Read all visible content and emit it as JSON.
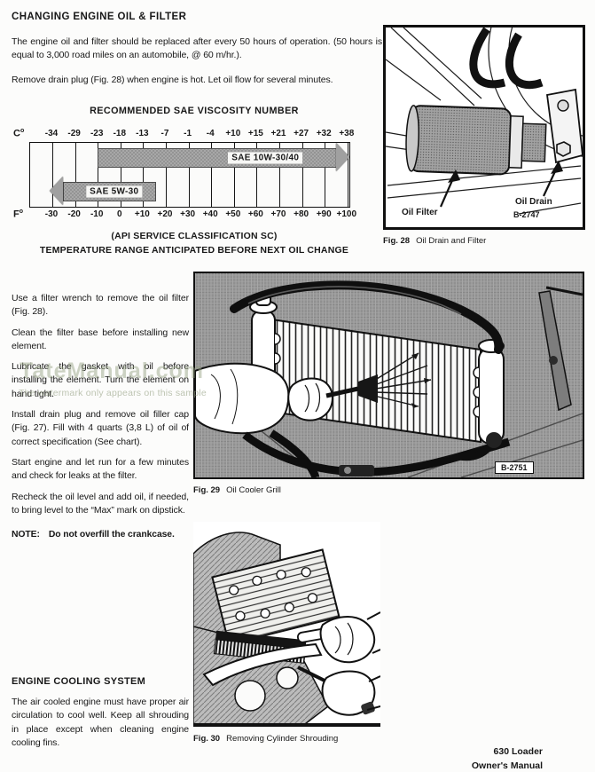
{
  "header": {
    "title": "CHANGING ENGINE OIL & FILTER"
  },
  "intro_paragraphs": [
    "The engine oil and filter should be replaced after every 50 hours of operation. (50 hours is equal to 3,000 road miles on an automobile, @ 60 m/hr.).",
    "Remove drain plug (Fig. 28) when engine is hot. Let oil flow for several minutes."
  ],
  "chart_data": {
    "type": "bar",
    "title": "RECOMMENDED SAE VISCOSITY NUMBER",
    "axes": {
      "top": {
        "label": "C",
        "unit": "o",
        "ticks": [
          "-34",
          "-29",
          "-23",
          "-18",
          "-13",
          "-7",
          "-1",
          "-4",
          "+10",
          "+15",
          "+21",
          "+27",
          "+32",
          "+38"
        ]
      },
      "bottom": {
        "label": "F",
        "unit": "o",
        "ticks": [
          "-30",
          "-20",
          "-10",
          "0",
          "+10",
          "+20",
          "+30",
          "+40",
          "+50",
          "+60",
          "+70",
          "+80",
          "+90",
          "+100"
        ]
      }
    },
    "series": [
      {
        "name": "SAE 10W-30/40",
        "from_tick": 2,
        "to_tick": 13,
        "arrow": "right",
        "row": 0,
        "label_pos": 0.7,
        "range_f": "-10 and warmer",
        "range_c": "-23 and warmer"
      },
      {
        "name": "SAE 5W-30",
        "from_tick": 0,
        "to_tick": 4.5,
        "arrow": "left",
        "row": 1,
        "label_pos": 0.55,
        "range_f": "+15 and colder",
        "range_c": "-10 and colder"
      }
    ],
    "grid": true,
    "footnotes": [
      "(API SERVICE CLASSIFICATION SC)",
      "TEMPERATURE RANGE ANTICIPATED BEFORE NEXT OIL CHANGE"
    ]
  },
  "left_column": {
    "paragraphs": [
      "Use a filter wrench to remove the oil filter (Fig. 28).",
      "Clean the filter base before installing new element.",
      "Lubricate the gasket with oil before installing the element. Turn the element on hand tight.",
      "Install drain plug and remove oil filler cap (Fig. 27). Fill with 4 quarts (3,8 L) of oil of correct specification (See chart).",
      "Start engine and let run for a few minutes and check for leaks at the filter.",
      "Recheck the oil level and add oil, if needed, to bring level to the “Max” mark on dipstick."
    ],
    "note_label": "NOTE:",
    "note_text": "Do not overfill the crankcase."
  },
  "cooling_section": {
    "title": "ENGINE COOLING SYSTEM",
    "body": "The air cooled engine must have proper air circulation to cool well. Keep all shrouding in place except when cleaning engine cooling fins."
  },
  "figures": {
    "fig28": {
      "caption_label": "Fig. 28",
      "caption": "Oil Drain and Filter",
      "labels": {
        "oil_filter": "Oil Filter",
        "oil_drain": "Oil Drain",
        "photo_id": "B-2747"
      }
    },
    "fig29": {
      "caption_label": "Fig. 29",
      "caption": "Oil Cooler Grill",
      "labels": {
        "photo_id": "B-2751"
      }
    },
    "fig30": {
      "caption_label": "Fig. 30",
      "caption": "Removing Cylinder Shrouding"
    }
  },
  "footer": {
    "line1": "630 Loader",
    "line2": "Owner's Manual"
  },
  "watermark": {
    "brand": "TateManual.com",
    "note": "The watermark only appears on this sample"
  }
}
